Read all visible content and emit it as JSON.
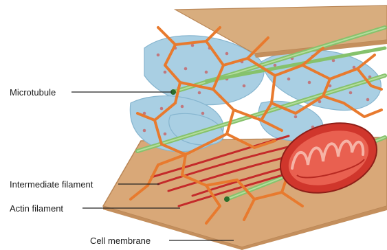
{
  "labels": {
    "microtubule": "Microtubule",
    "intermediate_filament": "Intermediate filament",
    "actin_filament": "Actin filament",
    "cell_membrane": "Cell membrane"
  },
  "colors": {
    "membrane": "#d9a878",
    "membrane_edge": "#b98656",
    "top_plate": "#d8ad7e",
    "er": "#a9cfe3",
    "er_dot": "#c0787f",
    "network": "#e87a2e",
    "microtubule": "#86c26c",
    "actin": "#c42a2a",
    "mitochondrion": "#d0362c",
    "leader": "#222222"
  }
}
